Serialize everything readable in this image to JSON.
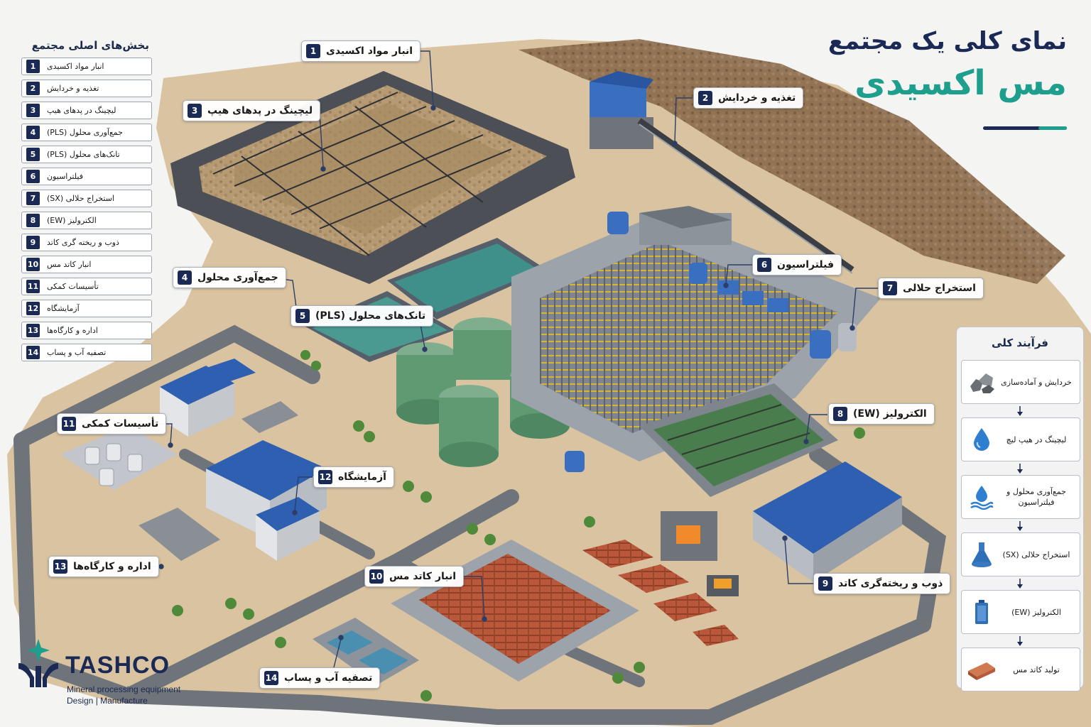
{
  "title": {
    "line1": "نمای کلی یک مجتمع",
    "line2": "مس اکسیدی"
  },
  "legend": {
    "title": "بخش‌های اصلی مجتمع",
    "items": [
      {
        "num": "1",
        "label": "انبار مواد اکسیدی"
      },
      {
        "num": "2",
        "label": "تغذیه و خردایش"
      },
      {
        "num": "3",
        "label": "لیچینگ در پدهای هیپ"
      },
      {
        "num": "4",
        "label": "جمع‌آوری محلول (PLS)"
      },
      {
        "num": "5",
        "label": "تانک‌های محلول (PLS)"
      },
      {
        "num": "6",
        "label": "فیلتراسیون"
      },
      {
        "num": "7",
        "label": "استخراج حلالی (SX)"
      },
      {
        "num": "8",
        "label": "الکترولیز (EW)"
      },
      {
        "num": "9",
        "label": "ذوب و ریخته گری کاتد"
      },
      {
        "num": "10",
        "label": "انبار کاتد مس"
      },
      {
        "num": "11",
        "label": "تأسیسات کمکی"
      },
      {
        "num": "12",
        "label": "آزمایشگاه"
      },
      {
        "num": "13",
        "label": "اداره و کارگاه‌ها"
      },
      {
        "num": "14",
        "label": "تصفیه آب و پساب"
      }
    ]
  },
  "callouts": [
    {
      "num": "1",
      "label": "انبار مواد اکسیدی"
    },
    {
      "num": "2",
      "label": "تغذیه و خردایش"
    },
    {
      "num": "3",
      "label": "لیچینگ در پدهای هیپ"
    },
    {
      "num": "4",
      "label": "جمع‌آوری محلول"
    },
    {
      "num": "5",
      "label": "تانک‌های محلول (PLS)"
    },
    {
      "num": "6",
      "label": "فیلتراسیون"
    },
    {
      "num": "7",
      "label": "استخراج حلالی"
    },
    {
      "num": "8",
      "label": "الکترولیز (EW)"
    },
    {
      "num": "9",
      "label": "ذوب و ریخته‌گری کاتد"
    },
    {
      "num": "10",
      "label": "انبار کاتد مس"
    },
    {
      "num": "11",
      "label": "تأسیسات کمکی"
    },
    {
      "num": "12",
      "label": "آزمایشگاه"
    },
    {
      "num": "13",
      "label": "اداره و کارگاه‌ها"
    },
    {
      "num": "14",
      "label": "تصفیه آب و پساب"
    }
  ],
  "process": {
    "title": "فرآیند کلی",
    "steps": [
      {
        "label": "خردایش و آماده‌سازی",
        "icon": "ore-rocks-icon"
      },
      {
        "label": "لیچینگ در هیپ لیچ",
        "icon": "droplet-icon"
      },
      {
        "label": "جمع‌آوری محلول و فیلتراسیون",
        "icon": "droplet-water-icon"
      },
      {
        "label": "استخراج حلالی (SX)",
        "icon": "flask-icon"
      },
      {
        "label": "الکترولیز (EW)",
        "icon": "battery-cell-icon"
      },
      {
        "label": "تولید کاتد مس",
        "icon": "copper-cathode-icon"
      }
    ]
  },
  "brand": {
    "name": "TASHCO",
    "tagline1": "Mineral processing equipment",
    "tagline2": "Design | Manufacture"
  },
  "colors": {
    "navy": "#1b2a55",
    "teal": "#1e9e8c",
    "sand": "#d9c3a0",
    "road": "#6f737a",
    "roof_blue": "#2f5fb0",
    "solution": "#3f8f8a",
    "copper": "#b9583a"
  }
}
